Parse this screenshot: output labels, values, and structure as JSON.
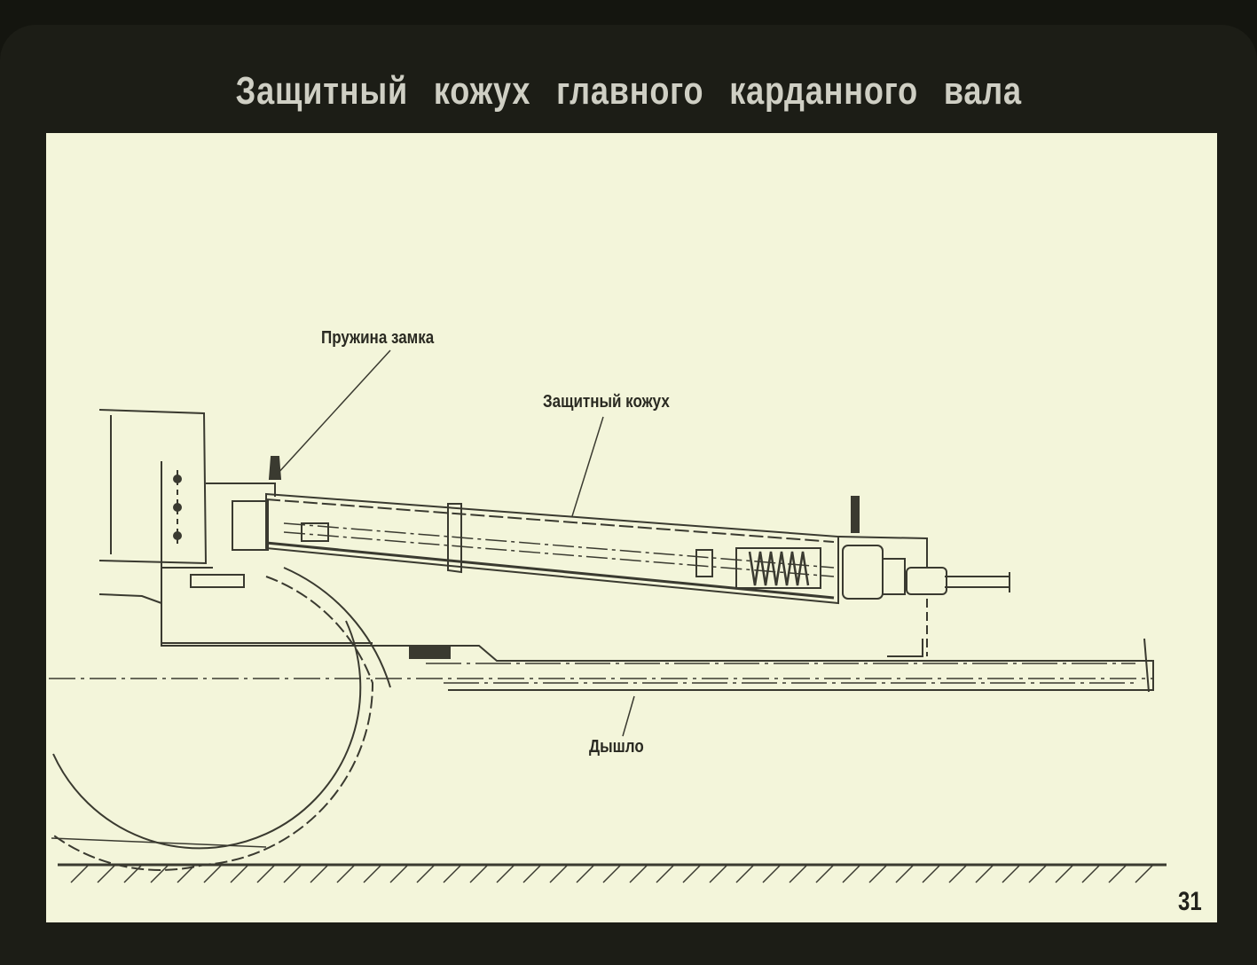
{
  "slide": {
    "title": "Защитный кожух главного карданного вала",
    "page_number": "31"
  },
  "diagram": {
    "labels": {
      "lock_spring": "Пружина замка",
      "protective_cover": "Защитный кожух",
      "drawbar": "Дышло"
    },
    "colors": {
      "background": "#1c1d16",
      "panel": "#f3f5da",
      "ink": "#2a2a22"
    }
  }
}
